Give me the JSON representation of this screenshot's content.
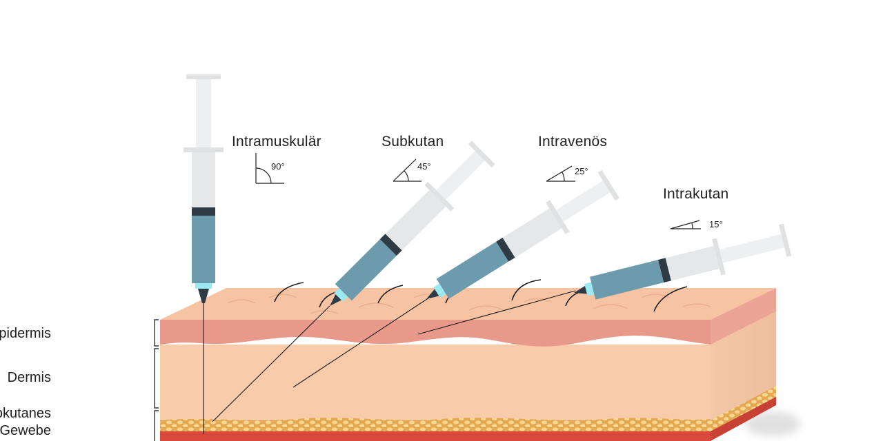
{
  "injections": [
    {
      "id": "intramuskular",
      "label": "Intramuskulär",
      "angle_label": "90°",
      "angle": 90
    },
    {
      "id": "subkutan",
      "label": "Subkutan",
      "angle_label": "45°",
      "angle": 45
    },
    {
      "id": "intravenos",
      "label": "Intravenös",
      "angle_label": "25°",
      "angle": 25
    },
    {
      "id": "intrakutan",
      "label": "Intrakutan",
      "angle_label": "15°",
      "angle": 15
    }
  ],
  "layers": {
    "epidermis": "Epidermis",
    "dermis": "Dermis",
    "subcutis_line1": "Subkutanes",
    "subcutis_line2": "Gewebe"
  },
  "colors": {
    "epidermis": "#E9998A",
    "dermis": "#F8CBAA",
    "skin_top": "#F6C3A3",
    "fat": "#EBB564",
    "muscle": "#D8493B",
    "barrel": "#E6E7E8",
    "liquid": "#6C9BAE",
    "hub": "#9BEAF2",
    "ring": "#2E3A44"
  }
}
